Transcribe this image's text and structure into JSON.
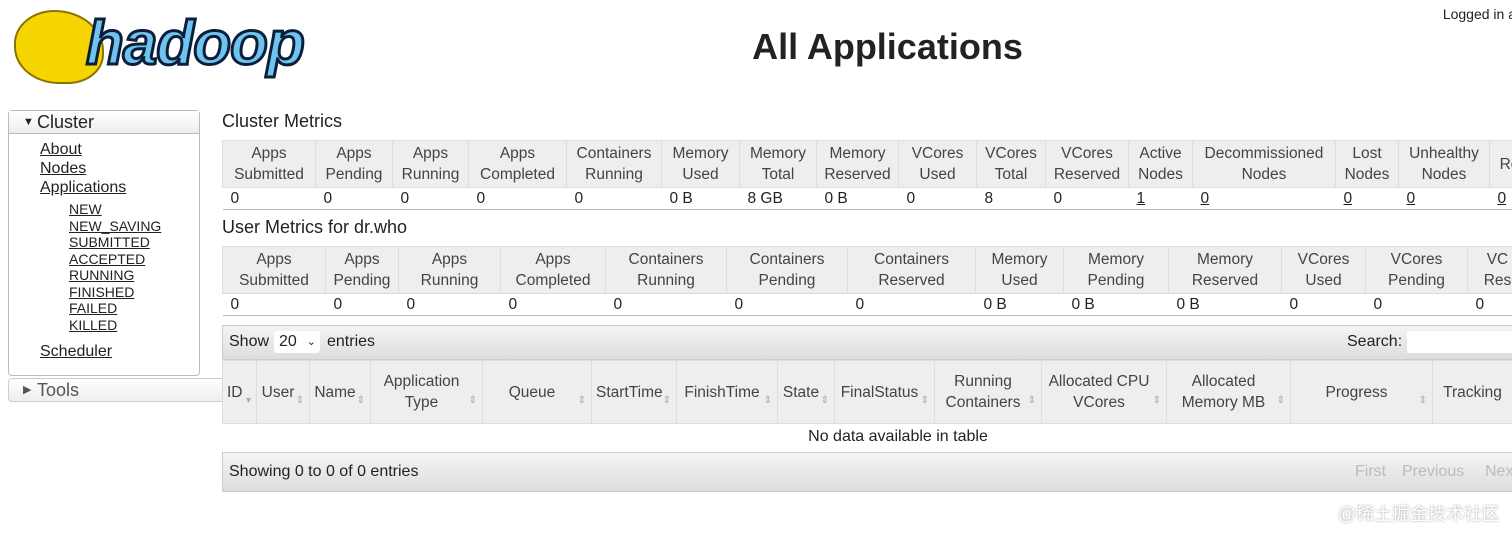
{
  "header": {
    "logo_text": "hadoop",
    "title": "All Applications",
    "login": "Logged in a"
  },
  "sidebar": {
    "cluster": "Cluster",
    "items": [
      "About",
      "Nodes",
      "Applications"
    ],
    "states": [
      "NEW",
      "NEW_SAVING",
      "SUBMITTED",
      "ACCEPTED",
      "RUNNING",
      "FINISHED",
      "FAILED",
      "KILLED"
    ],
    "scheduler": "Scheduler",
    "tools": "Tools"
  },
  "cluster_metrics": {
    "title": "Cluster Metrics",
    "headers": [
      [
        "Apps",
        "Submitted"
      ],
      [
        "Apps",
        "Pending"
      ],
      [
        "Apps",
        "Running"
      ],
      [
        "Apps",
        "Completed"
      ],
      [
        "Containers",
        "Running"
      ],
      [
        "Memory",
        "Used"
      ],
      [
        "Memory",
        "Total"
      ],
      [
        "Memory",
        "Reserved"
      ],
      [
        "VCores",
        "Used"
      ],
      [
        "VCores",
        "Total"
      ],
      [
        "VCores",
        "Reserved"
      ],
      [
        "Active",
        "Nodes"
      ],
      [
        "Decommissioned",
        "Nodes"
      ],
      [
        "Lost",
        "Nodes"
      ],
      [
        "Unhealthy",
        "Nodes"
      ],
      [
        "Re",
        ""
      ]
    ],
    "values": [
      "0",
      "0",
      "0",
      "0",
      "0",
      "0 B",
      "8 GB",
      "0 B",
      "0",
      "8",
      "0",
      "1",
      "0",
      "0",
      "0",
      "0"
    ]
  },
  "user_metrics": {
    "title": "User Metrics for dr.who",
    "headers": [
      [
        "Apps",
        "Submitted"
      ],
      [
        "Apps",
        "Pending"
      ],
      [
        "Apps",
        "Running"
      ],
      [
        "Apps",
        "Completed"
      ],
      [
        "Containers",
        "Running"
      ],
      [
        "Containers",
        "Pending"
      ],
      [
        "Containers",
        "Reserved"
      ],
      [
        "Memory",
        "Used"
      ],
      [
        "Memory",
        "Pending"
      ],
      [
        "Memory",
        "Reserved"
      ],
      [
        "VCores",
        "Used"
      ],
      [
        "VCores",
        "Pending"
      ],
      [
        "VC",
        "Res"
      ]
    ],
    "values": [
      "0",
      "0",
      "0",
      "0",
      "0",
      "0",
      "0",
      "0 B",
      "0 B",
      "0 B",
      "0",
      "0",
      "0"
    ]
  },
  "apps_table": {
    "show": "Show",
    "page_size": "20",
    "entries": "entries",
    "search_label": "Search:",
    "search_value": "",
    "columns": [
      [
        "ID"
      ],
      [
        "User"
      ],
      [
        "Name"
      ],
      [
        "Application",
        "Type"
      ],
      [
        "Queue"
      ],
      [
        "StartTime"
      ],
      [
        "FinishTime"
      ],
      [
        "State"
      ],
      [
        "FinalStatus"
      ],
      [
        "Running",
        "Containers"
      ],
      [
        "Allocated CPU",
        "VCores"
      ],
      [
        "Allocated",
        "Memory MB"
      ],
      [
        "Progress"
      ],
      [
        "Tracking"
      ]
    ],
    "empty": "No data available in table",
    "info": "Showing 0 to 0 of 0 entries",
    "first": "First",
    "previous": "Previous",
    "next": "Next"
  },
  "watermark": "@稀土掘金技术社区"
}
